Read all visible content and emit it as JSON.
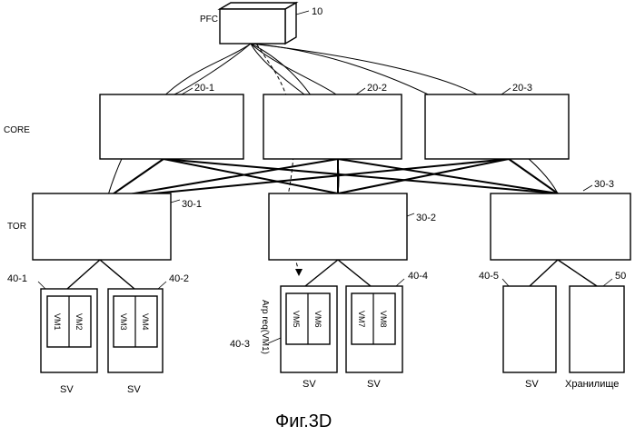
{
  "diagram": {
    "pfc": {
      "label": "PFC",
      "ref": "10"
    },
    "core": {
      "label": "CORE",
      "switches": [
        {
          "ref": "20-1"
        },
        {
          "ref": "20-2"
        },
        {
          "ref": "20-3"
        }
      ]
    },
    "tor": {
      "label": "TOR",
      "switches": [
        {
          "ref": "30-1"
        },
        {
          "ref": "30-2"
        },
        {
          "ref": "30-3"
        }
      ]
    },
    "servers": [
      {
        "ref": "40-1",
        "label": "SV",
        "vms": [
          "VM1",
          "VM2"
        ]
      },
      {
        "ref": "40-2",
        "label": "SV",
        "vms": [
          "VM3",
          "VM4"
        ]
      },
      {
        "ref": "40-3",
        "label": "SV",
        "vms": [
          "VM5",
          "VM6"
        ]
      },
      {
        "ref": "40-4",
        "label": "SV",
        "vms": [
          "VM7",
          "VM8"
        ]
      },
      {
        "ref": "40-5",
        "label": "SV",
        "vms": []
      }
    ],
    "storage": {
      "ref": "50",
      "label": "Хранилище"
    },
    "arp_label": "Arp req(VM1)",
    "caption": "Фиг.3D"
  }
}
